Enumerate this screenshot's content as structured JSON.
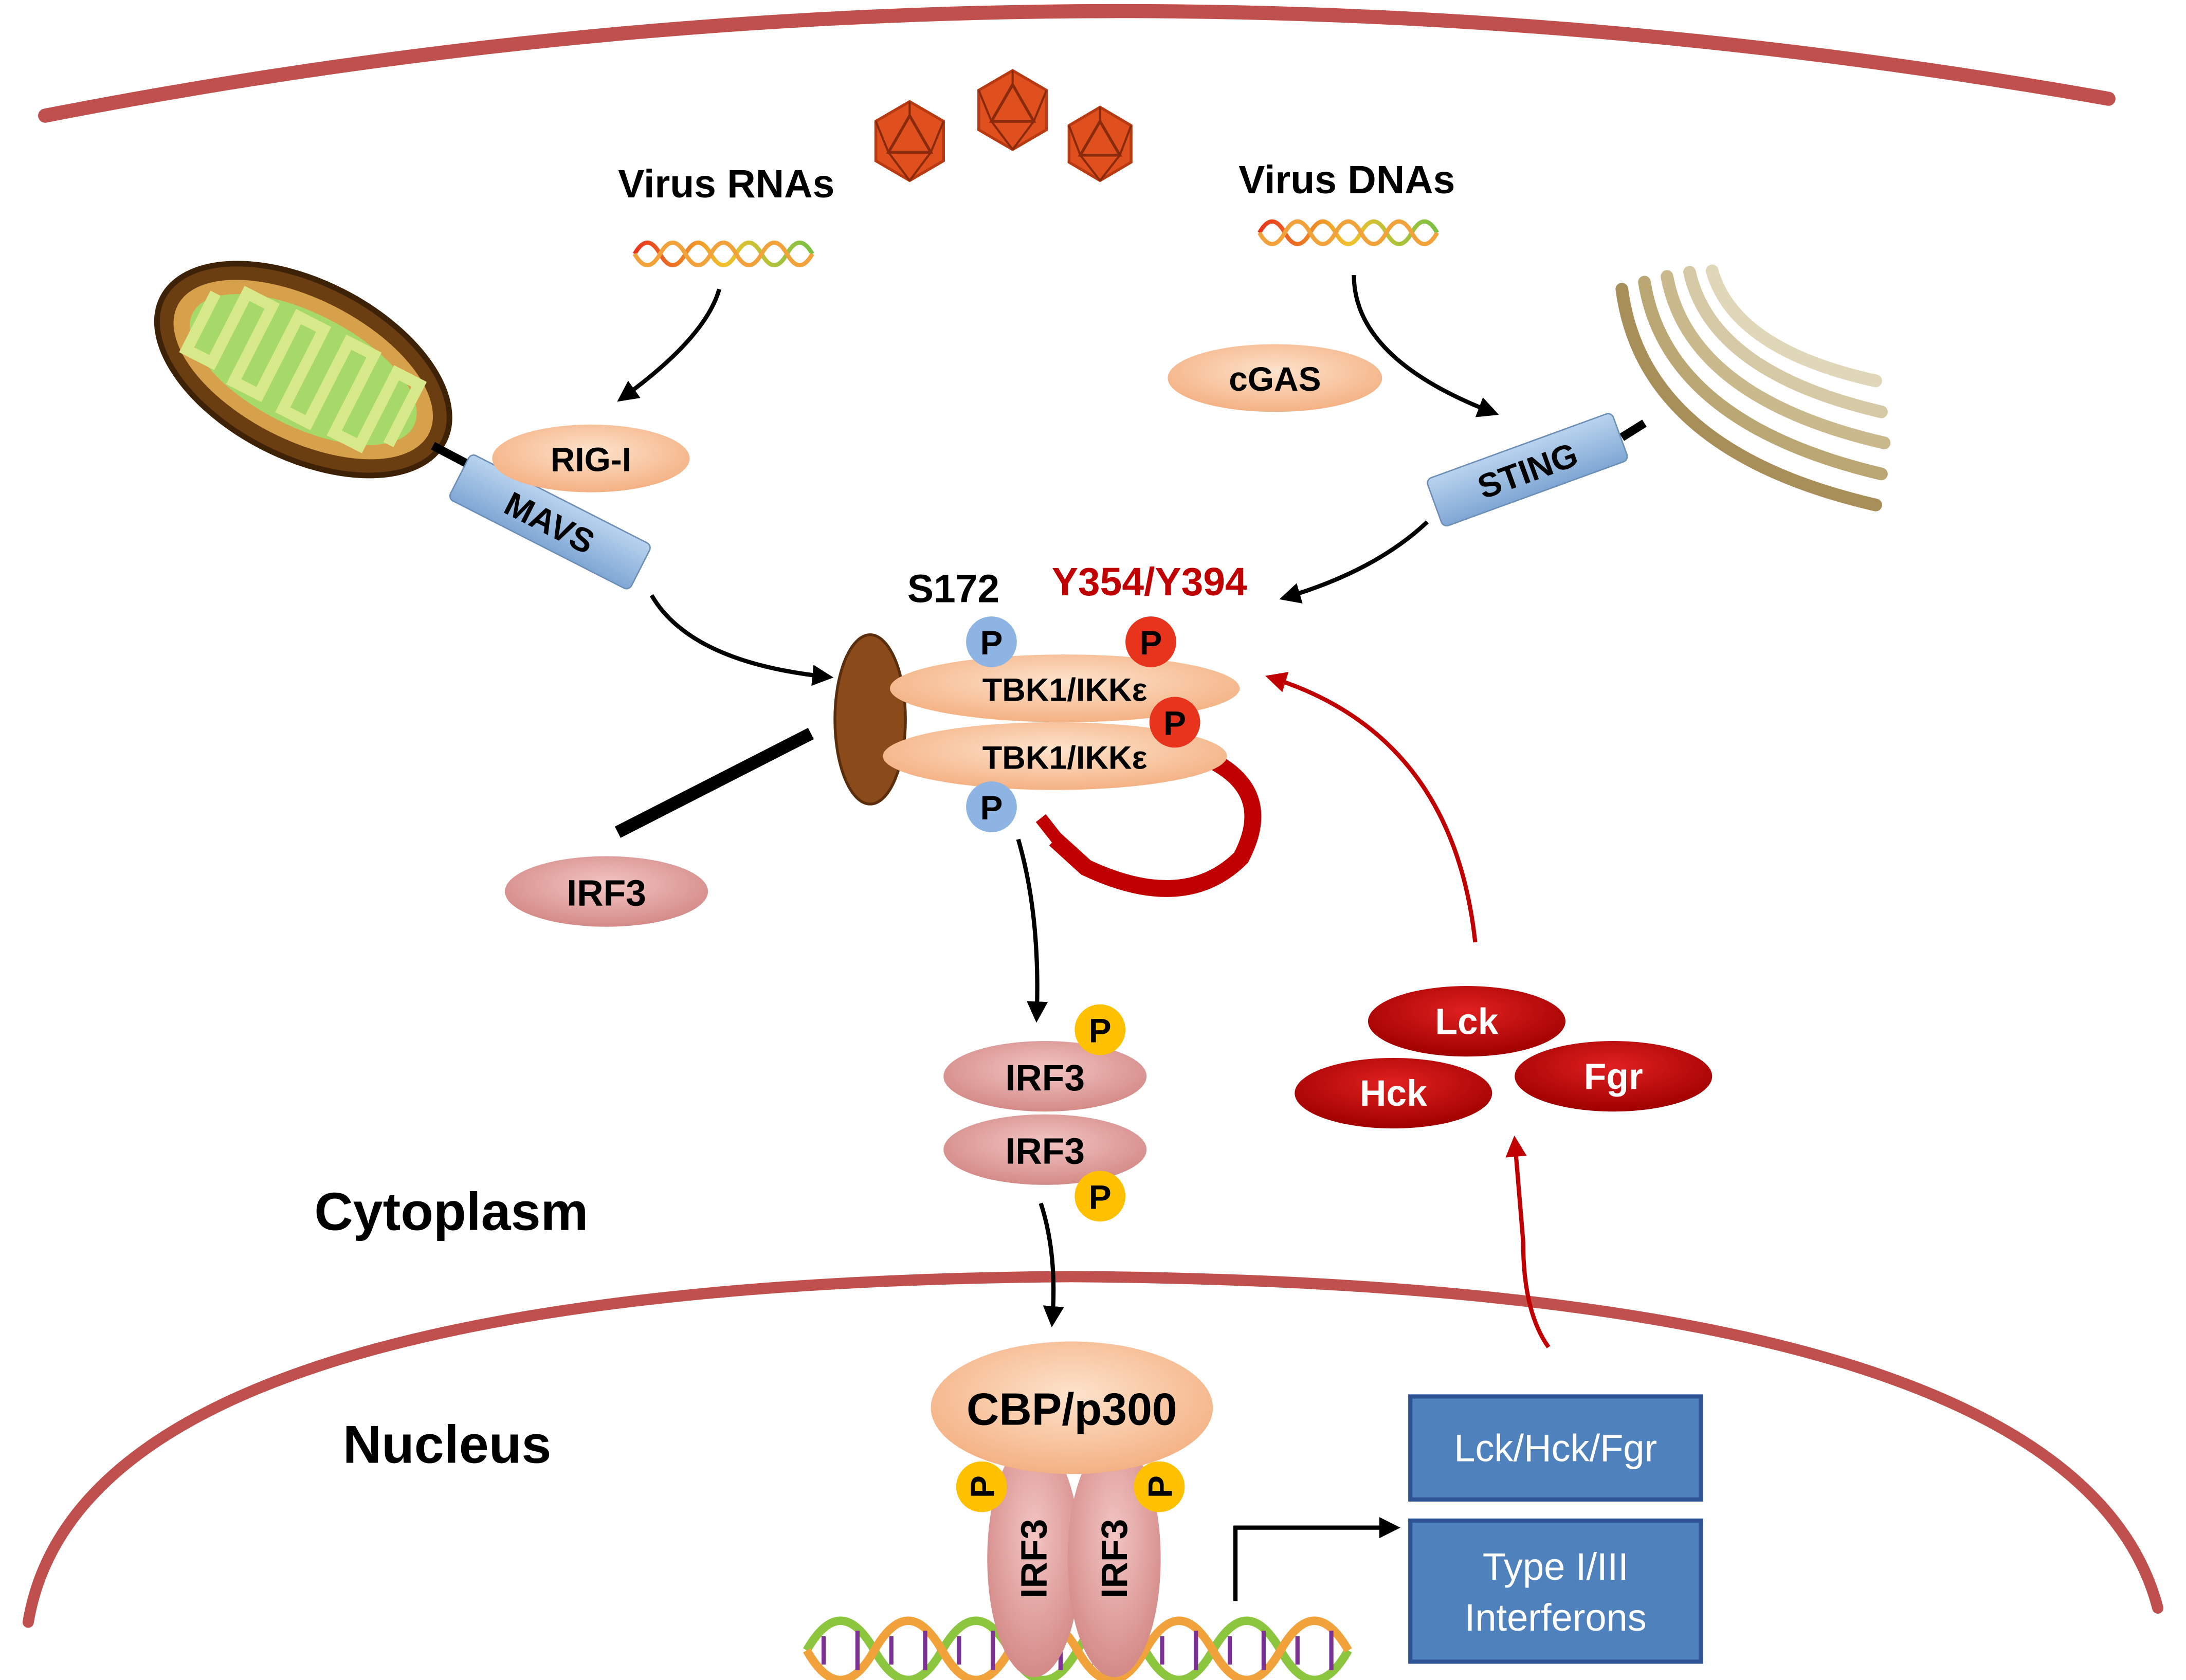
{
  "labels": {
    "virus_rnas": "Virus RNAs",
    "virus_dnas": "Virus DNAs",
    "cytoplasm": "Cytoplasm",
    "nucleus": "Nucleus",
    "s172": "S172",
    "y354_y394": "Y354/Y394"
  },
  "proteins": {
    "rig_i": "RIG-I",
    "mavs": "MAVS",
    "cgas": "cGAS",
    "sting": "STING",
    "tbk1_top": "TBK1/IKKε",
    "tbk1_bottom": "TBK1/IKKε",
    "irf3_free": "IRF3",
    "irf3_dimer_top": "IRF3",
    "irf3_dimer_bottom": "IRF3",
    "lck": "Lck",
    "hck": "Hck",
    "fgr": "Fgr",
    "cbp_p300": "CBP/p300",
    "irf3_dna_left": "IRF3",
    "irf3_dna_right": "IRF3"
  },
  "phospho_label": "P",
  "boxes": {
    "kinase_genes": "Lck/Hck/Fgr",
    "interferons_line1": "Type I/III",
    "interferons_line2": "Interferons"
  },
  "colors": {
    "membrane": "#c0504d",
    "orange_protein": "#f9c9a0",
    "pink_protein": "#d99694",
    "red_kinase": "#c00000",
    "box_blue": "#4f81bd",
    "phospho_blue": "#8eb4e3",
    "phospho_red": "#e8341c",
    "phospho_yellow": "#ffc000",
    "inhibition_red": "#c00000",
    "virus": "#e0501f"
  },
  "icons": [
    "virus-icon",
    "mitochondrion-icon",
    "golgi-er-icon",
    "dna-helix-icon",
    "phosphate-icon"
  ]
}
